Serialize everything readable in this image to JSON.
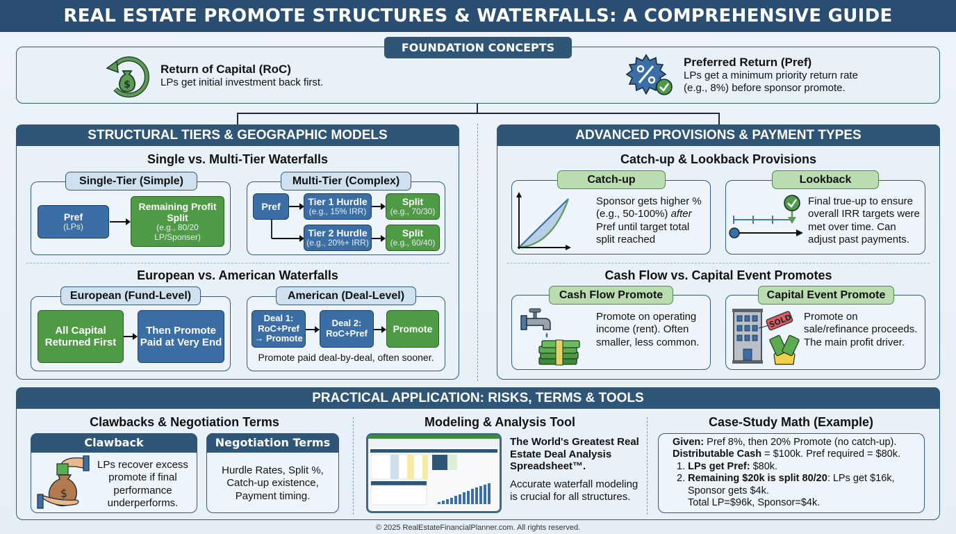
{
  "title": "REAL ESTATE PROMOTE STRUCTURES & WATERFALLS: A COMPREHENSIVE GUIDE",
  "foundation": {
    "label": "FOUNDATION CONCEPTS",
    "roc": {
      "icon": "money-bag-return-icon",
      "title": "Return of Capital (RoC)",
      "desc": "LPs get initial investment back first."
    },
    "pref": {
      "icon": "percent-badge-check-icon",
      "title": "Preferred Return (Pref)",
      "desc_line1": "LPs get a minimum priority return rate",
      "desc_line2": "(e.g., 8%) before sponsor promote."
    }
  },
  "structural": {
    "header": "STRUCTURAL TIERS & GEOGRAPHIC MODELS",
    "tiers_title": "Single vs. Multi-Tier Waterfalls",
    "single": {
      "label": "Single-Tier (Simple)",
      "pref_title": "Pref",
      "pref_sub": "(LPs)",
      "split_title_1": "Remaining Profit",
      "split_title_2": "Split",
      "split_sub_1": "(e.g., 80/20",
      "split_sub_2": "LP/Sponser)"
    },
    "multi": {
      "label": "Multi-Tier (Complex)",
      "pref_title": "Pref",
      "tier1_title": "Tier 1 Hurdle",
      "tier1_sub": "(e.g., 15% IRR)",
      "split1_title": "Split",
      "split1_sub": "(e.g., 70/30)",
      "tier2_title": "Tier 2 Hurdle",
      "tier2_sub": "(e.g., 20%+ IRR)",
      "split2_title": "Split",
      "split2_sub": "(e.g., 60/40)"
    },
    "geo_title": "European vs. American Waterfalls",
    "european": {
      "label": "European (Fund-Level)",
      "box1_l1": "All Capital",
      "box1_l2": "Returned First",
      "box2_l1": "Then Promote",
      "box2_l2": "Paid at Very End"
    },
    "american": {
      "label": "American (Deal-Level)",
      "deal1_l1": "Deal 1:",
      "deal1_l2": "RoC+Pref",
      "deal1_l3": "→ Promote",
      "deal2_l1": "Deal 2:",
      "deal2_l2": "RoC+Pref",
      "promote": "Promote",
      "note": "Promote paid deal-by-deal, often sooner."
    }
  },
  "advanced": {
    "header": "ADVANCED PROVISIONS & PAYMENT TYPES",
    "provisions_title": "Catch-up & Lookback Provisions",
    "catchup": {
      "label": "Catch-up",
      "icon": "catch-up-curve-chart-icon",
      "text_1": "Sponsor gets higher %",
      "text_2a": "(e.g., 50-100%) ",
      "text_2b": "after",
      "text_3": "Pref until target total",
      "text_4": "split reached"
    },
    "lookback": {
      "label": "Lookback",
      "icon": "timeline-check-icon",
      "text": "Final true-up to ensure overall IRR targets were met over time. Can adjust past payments."
    },
    "promotes_title": "Cash Flow vs. Capital Event Promotes",
    "cashflow": {
      "label": "Cash Flow Promote",
      "icon": "faucet-cash-icon",
      "text": "Promote on operating income (rent). Often smaller, less common."
    },
    "capital_event": {
      "label": "Capital Event Promote",
      "icon": "building-sold-icon",
      "sold_tag": "SOLD",
      "text": "Promote on sale/refinance proceeds. The main profit driver."
    }
  },
  "practical": {
    "header": "PRACTICAL APPLICATION: RISKS, TERMS & TOOLS",
    "clawbacks_title": "Clawbacks & Negotiation Terms",
    "clawback": {
      "label": "Clawback",
      "icon": "hand-money-bag-icon",
      "text": "LPs recover excess promote if final performance underperforms."
    },
    "negotiation": {
      "label": "Negotiation Terms",
      "text": "Hurdle Rates, Split %, Catch-up existence, Payment timing."
    },
    "modeling": {
      "title": "Modeling & Analysis Tool",
      "product_name": "The World's Greatest Real Estate Deal Analysis Spreadsheet™.",
      "text": "Accurate waterfall modeling is crucial for all structures."
    },
    "case_study": {
      "title": "Case-Study Math (Example)",
      "given_label": "Given:",
      "given_text": " Pref 8%, then 20% Promote (no catch-up).",
      "cash_label": "Distributable Cash",
      "cash_text": " = $100k. Pref required = $80k.",
      "step1_num": "1.",
      "step1_label": "LPs get Pref:",
      "step1_text": " $80k.",
      "step2_num": "2.",
      "step2_label": "Remaining $20k is split 80/20",
      "step2_text": ": LPs get $16k,",
      "step2_cont": "Sponsor gets $4k.",
      "total": "Total LP=$96k, Sponsor=$4k."
    }
  },
  "footer": "© 2025 RealEstateFinancialPlanner.com. All rights reserved.",
  "colors": {
    "navy": "#2a4d72",
    "blue_box": "#3a6ea5",
    "green_box": "#4f9a45",
    "green_tab": "#b9dcb0",
    "panel_bg": "#e8f1f8"
  }
}
